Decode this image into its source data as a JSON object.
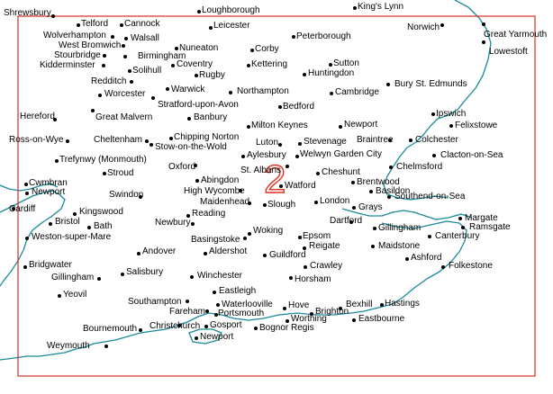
{
  "region": {
    "number": "2"
  },
  "colors": {
    "coast": "#1a8a9a",
    "frame": "#d03020",
    "label": "#000000"
  },
  "towns": [
    "Shrewsbury",
    "Loughborough",
    "King's Lynn",
    "Telford",
    "Cannock",
    "Leicester",
    "Norwich",
    "Great Yarmouth",
    "Wolverhampton",
    "Walsall",
    "Peterborough",
    "West Bromwich",
    "Nuneaton",
    "Corby",
    "Lowestoft",
    "Stourbridge",
    "Birmingham",
    "Sutton",
    "Kidderminster",
    "Coventry",
    "Kettering",
    "Huntingdon",
    "Solihull",
    "Rugby",
    "Redditch",
    "Bury St. Edmunds",
    "Warwick",
    "Northampton",
    "Cambridge",
    "Worcester",
    "Stratford-upon-Avon",
    "Bedford",
    "Ipswich",
    "Hereford",
    "Great Malvern",
    "Banbury",
    "Felixstowe",
    "Milton Keynes",
    "Newport",
    "Chipping Norton",
    "Cheltenham",
    "Stow-on-the-Wold",
    "Luton",
    "Stevenage",
    "Braintree",
    "Colchester",
    "Ross-on-Wye",
    "Aylesbury",
    "Welwyn Garden City",
    "Clacton-on-Sea",
    "Trefynwy (Monmouth)",
    "Oxford",
    "St. Albans",
    "Chelmsford",
    "Stroud",
    "Abingdon",
    "Cheshunt",
    "Cwmbran",
    "Watford",
    "Brentwood",
    "Newport",
    "High Wycombe",
    "Basildon",
    "Swindon",
    "Southend-on-Sea",
    "Cardiff",
    "Maidenhead",
    "Slough",
    "London",
    "Grays",
    "Kingswood",
    "Reading",
    "Dartford",
    "Margate",
    "Bristol",
    "Bath",
    "Newbury",
    "Gillingham",
    "Ramsgate",
    "Weston-super-Mare",
    "Woking",
    "Epsom",
    "Canterbury",
    "Basingstoke",
    "Reigate",
    "Maidstone",
    "Andover",
    "Aldershot",
    "Guildford",
    "Bridgwater",
    "Ashford",
    "Crawley",
    "Salisbury",
    "Folkestone",
    "Gillingham",
    "Winchester",
    "Horsham",
    "Yeovil",
    "Eastleigh",
    "Southampton",
    "Hastings",
    "Waterlooville",
    "Bexhill",
    "Hove",
    "Brighton",
    "Fareham",
    "Portsmouth",
    "Worthing",
    "Eastbourne",
    "Bournemouth",
    "Christchurch",
    "Gosport",
    "Bognor Regis",
    "Newport",
    "Weymouth"
  ]
}
